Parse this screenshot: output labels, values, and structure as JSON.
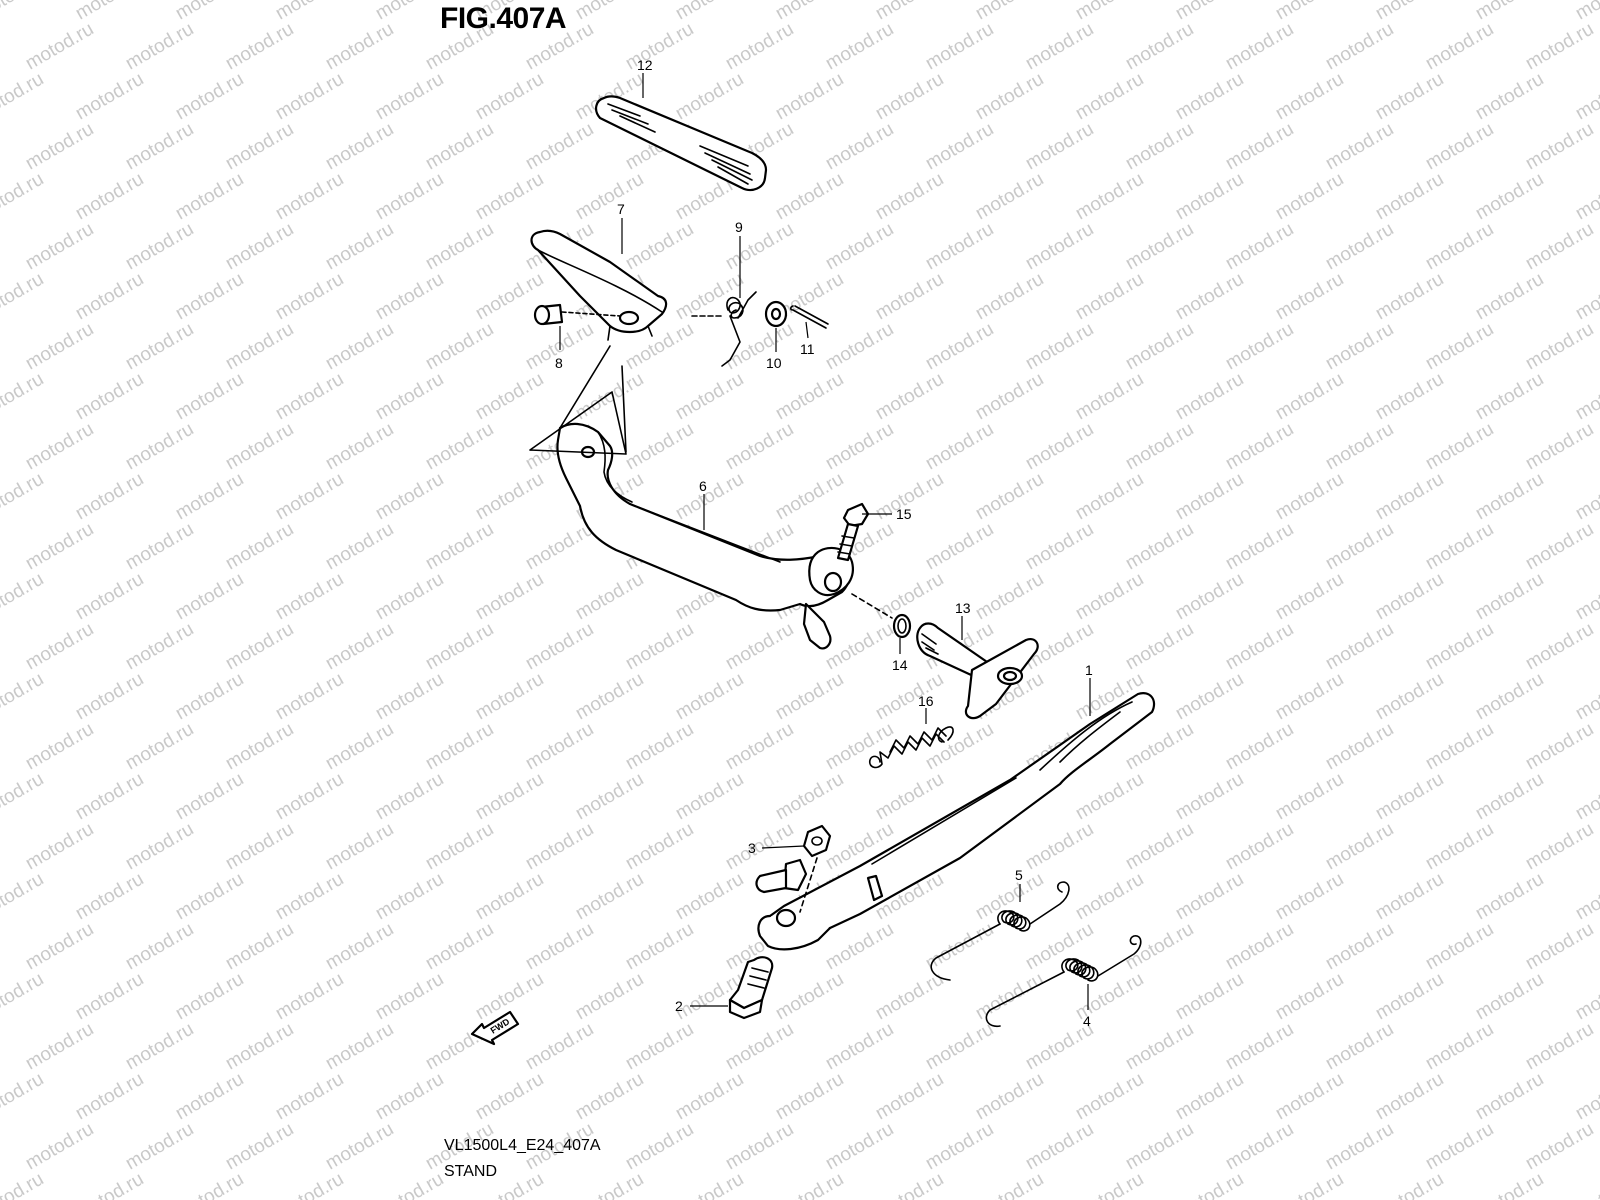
{
  "figure": {
    "title": "FIG.407A",
    "code": "VL1500L4_E24_407A",
    "section": "STAND",
    "watermark": "motod.ru",
    "fwd_label": "FWD"
  },
  "callouts": [
    {
      "num": "1",
      "part": "side-stand"
    },
    {
      "num": "2",
      "part": "pivot-bolt"
    },
    {
      "num": "3",
      "part": "nut"
    },
    {
      "num": "4",
      "part": "spring"
    },
    {
      "num": "5",
      "part": "spring"
    },
    {
      "num": "6",
      "part": "brake-pedal"
    },
    {
      "num": "7",
      "part": "pedal-pad"
    },
    {
      "num": "8",
      "part": "pin"
    },
    {
      "num": "9",
      "part": "spring"
    },
    {
      "num": "10",
      "part": "washer"
    },
    {
      "num": "11",
      "part": "cotter-pin"
    },
    {
      "num": "12",
      "part": "footrest-rubber"
    },
    {
      "num": "13",
      "part": "pivot-shaft"
    },
    {
      "num": "14",
      "part": "o-ring"
    },
    {
      "num": "15",
      "part": "bolt"
    },
    {
      "num": "16",
      "part": "spring"
    }
  ],
  "colors": {
    "ink": "#000000",
    "watermark": "#c9c9c9",
    "background": "#ffffff"
  }
}
